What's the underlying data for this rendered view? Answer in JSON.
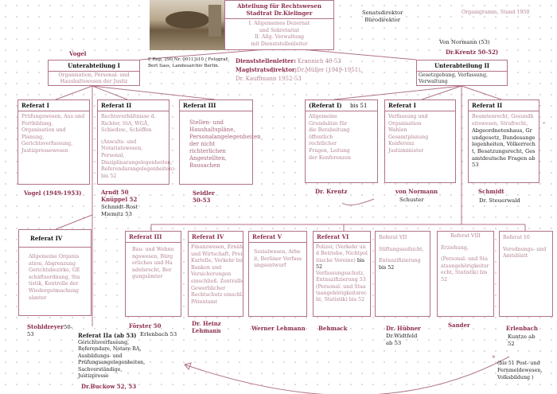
{
  "top": {
    "photo_caption": [
      "F Rep. 290 Nr. 00113i10 / Fotograf:",
      "Bert Sass, Landesarchiv Berlin."
    ],
    "abteilung": {
      "title": [
        "Abteilung für Rechtswesen",
        "Stadtrat Dr.Kielinger"
      ],
      "lines": [
        "I. Allgemeines Dezernat",
        "und Sekretariat",
        "II. Allg. Verwaltung",
        "mit Dienststellenleiter"
      ]
    },
    "senat": [
      "Senatsdirektor",
      "Bürodirektor"
    ],
    "organigramm": "Organigramm, Stand 1950",
    "dienst_label": "Dienststellenleiter:",
    "dienst_value": "Krannich 49-53",
    "magistrat_label": "Magistratsdirektor:",
    "magistrat_value": "Dr.Müller (1949-1951),",
    "magistrat_line2": "Dr. Kauffmann 1952-53"
  },
  "unter1": {
    "leader": "Vogel",
    "title": "Unterabteilung I",
    "desc": "Organisation, Personal- und Haushaltswesen der Justiz"
  },
  "unter2": {
    "leader1": "Von Normann (53)",
    "leader2": "Dr.Krentz 50-52)",
    "title": "Unterabteilung II",
    "desc": "Gesetzgebung, Verfassung, Verwaltung"
  },
  "u1_refs": [
    {
      "title": "Referat I",
      "body": "Prüfungswesen, Aus und Fortbildung, Organisation und Planung, Gerichtsverfassung, Justizpressewesen",
      "names": [
        "Vogel (1949-1953)"
      ]
    },
    {
      "title": "Referat II",
      "body": "Rechtsverhältnisse d. Richter, StA, WGÄ, Schiedsw., Schöffen",
      "body2": "(Anwalts- und Notariatswesen, Personal, Disziplinarangelegenheiten, Referendarangelegenheiten)- bis 52",
      "names": [
        "Arndt 50",
        "Knüppel 52"
      ],
      "names_black": [
        "Schmidt-Rost",
        "Miemitz 53"
      ]
    },
    {
      "title": "Referat III",
      "body": "Stellen- und Haushaltspläne, Personalangelegenheiten der nicht richterlichen Angestellten, Bausachen",
      "names": [
        "Seidler",
        "50-53"
      ]
    },
    {
      "title": "Referat IV",
      "body": "Allgemeine Organisation, Abgrenzung Gerichtsbezirke, GEschäftsordnung, Statistik, Kontrolle der Wiedergutmachungsämter",
      "names": [
        "Stohldreyer"
      ],
      "names_black": [
        "50-",
        "53"
      ]
    }
  ],
  "u2_refs": [
    {
      "title": "(Referat I)",
      "suffix": "bis 51",
      "body": "Allgemeine Grundsätze für die Berabeitung öffentlich rechtlicher Fragen, Leitung der Konferenzen",
      "names": [
        "Dr. Krentz"
      ]
    },
    {
      "title": "Referat I",
      "body": "Verfassung und Organisation Wahlen Gesamtplanung Konferenz Justizminister",
      "names": [
        "von Normann"
      ],
      "names_black": [
        "Schuster"
      ]
    },
    {
      "title": "Referat II",
      "body": "Beamtenrecht, Gesundheitswesen, Strafrecht,",
      "body_black": "Abgeordnetenhaus, Grundgesetz, Bundesangelegenheiten, Völkerrecht, Besatzungsrecht, Gesamtdeutsche Fragen ab 53",
      "names": [
        "Schmidt"
      ],
      "names_black": [
        "Dr. Steuerwald"
      ],
      "mark": "*"
    }
  ],
  "lower_refs": [
    {
      "title": "Referat III",
      "body": "Bau- und Wohnungswesen, Bürgerliches und Handelsrecht, Bergungsämter",
      "names": [
        "Förster 50"
      ],
      "names_black": [
        "Erlenbach 53"
      ]
    },
    {
      "title": "Referat IV",
      "body": "Finanzwesen, Ernährung und Wirtschaft, Preisamt, Kartelle, Verkehr bis 52 Banken und Versicherungen einschließ. Zentralbank, Gewerblicher Rechtschutz einschl. PAtentamt",
      "names": [
        "Dr. Heinz",
        "Lehmann"
      ]
    },
    {
      "title": "Referat V",
      "body": "Sozialwesen, Arbeit, Berliner Verfassungsentwurf",
      "names": [
        "Werner Lehmann"
      ]
    },
    {
      "title": "Referat VI",
      "body": "Polizei, (Verkehr und Betriebe, Nichtpolitische Vereine)",
      "body_black": "bis 52",
      "body2": "Verfassungsschutz,Entnazifizierung 53 (Personal- und Staatsangehörigkeitsrecht, Statistik) bis 52",
      "names": [
        "Behmack"
      ]
    },
    {
      "title": "Referat VII",
      "body": "Stiftungsaufsicht,",
      "body2": "Entnazifizierung",
      "body_black": "bis 52",
      "names": [
        "Dr. Hübner"
      ],
      "names_black": [
        "Dr.Widtfeld",
        "ab 53"
      ]
    },
    {
      "title": "Referat VIII",
      "body": "Erziehung,",
      "body2": "(Personal- und Staatsangehörigkeitsrecht, Statistik) bis 52",
      "names": [
        "Sander"
      ]
    },
    {
      "title": "Referat 10",
      "body": "Verodnungs- und Amtsblatt",
      "names": [
        "Erlenbach"
      ],
      "names_black": [
        "Kuntze ab",
        "52"
      ]
    }
  ],
  "ref2a": {
    "title": "Referat IIa (ab 53)",
    "body": "Gerichtsverfassung, Referendare, Notare RA, Ausbildungs- und Prüfungsangelegenheiten, Sachverständige, Justizpresse",
    "name": "Dr.Buckow 52, 53"
  },
  "footnote": {
    "mark": "*",
    "text": "(bis 51 Post- und Fernmeldewesen, Volksbildung )"
  },
  "colors": {
    "accent": "#8c2d4d",
    "line": "#b07287",
    "body": "#b3838f"
  }
}
